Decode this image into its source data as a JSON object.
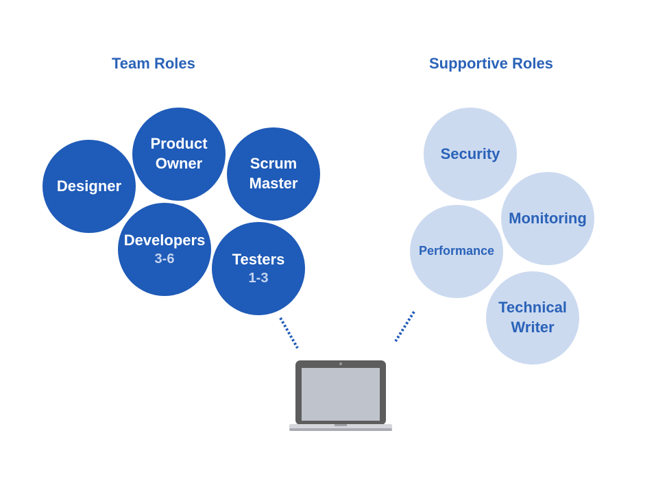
{
  "headings": {
    "team": "Team Roles",
    "support": "Supportive Roles"
  },
  "team_roles": {
    "designer": "Designer",
    "product_owner_1": "Product",
    "product_owner_2": "Owner",
    "scrum_master_1": "Scrum",
    "scrum_master_2": "Master",
    "developers": "Developers",
    "developers_count": "3-6",
    "testers": "Testers",
    "testers_count": "1-3"
  },
  "supportive_roles": {
    "security": "Security",
    "monitoring": "Monitoring",
    "performance": "Performance",
    "technical_writer_1": "Technical",
    "technical_writer_2": "Writer"
  },
  "colors": {
    "team_fill": "#1f5bb8",
    "support_fill": "#ccdaf0",
    "heading_text": "#2a62b8"
  },
  "icons": {
    "laptop": "laptop-icon"
  }
}
